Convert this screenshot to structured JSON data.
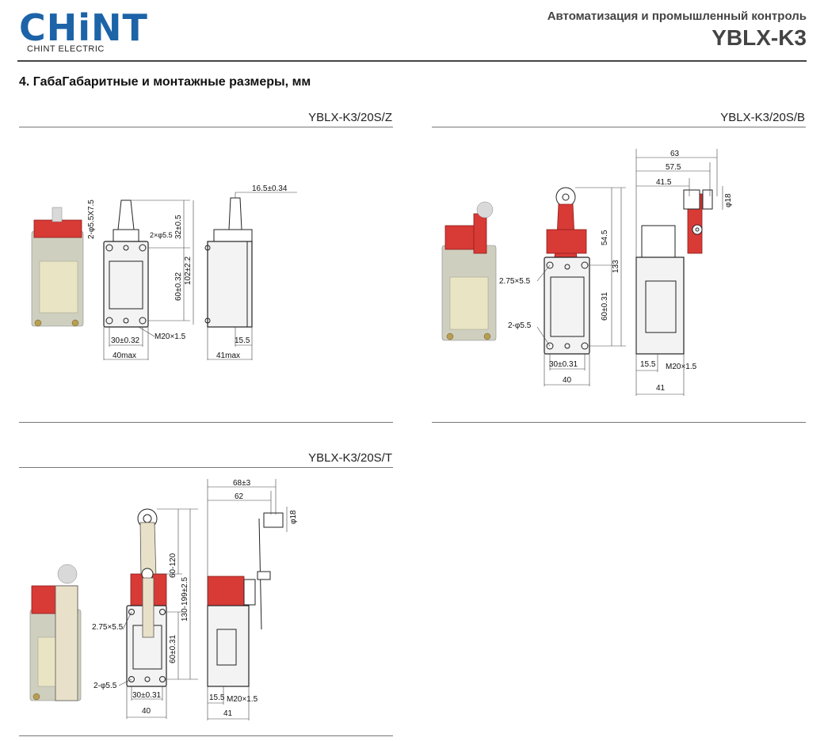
{
  "header": {
    "logo_text": "CHiNT",
    "logo_sub": "CHINT ELECTRIC",
    "category": "Автоматизация и промышленный контроль",
    "model": "YBLX-K3"
  },
  "section": {
    "title": "4. ГабаГабаритные и монтажные размеры, мм"
  },
  "panels": {
    "z": {
      "label": "YBLX-K3/20S/Z",
      "dims": {
        "top_hole": "2-φ5.5X7.5",
        "hole_top": "2×φ5.5",
        "plunger_height": "32±0.5",
        "total_height": "102±2.2",
        "mount_height": "60±0.32",
        "plunger_offset": "16.5±0.34",
        "mount_width": "30±0.32",
        "thread": "M20×1.5",
        "width_front": "40max",
        "side_offset": "15.5",
        "width_side": "41max"
      }
    },
    "b": {
      "label": "YBLX-K3/20S/B",
      "dims": {
        "d63": "63",
        "d575": "57.5",
        "d415": "41.5",
        "roller": "φ18",
        "d545": "54.5",
        "d133": "133",
        "slot": "2.75×5.5",
        "mount_height": "60±0.31",
        "hole": "2-φ5.5",
        "mount_width": "30±0.31",
        "width": "40",
        "side_offset": "15.5",
        "thread": "M20×1.5",
        "width_side": "41"
      }
    },
    "t": {
      "label": "YBLX-K3/20S/T",
      "dims": {
        "d68": "68±3",
        "d62": "62",
        "roller": "φ18",
        "lever_range": "60-120",
        "total_range": "130-199±2.5",
        "slot": "2.75×5.5",
        "mount_height": "60±0.31",
        "hole": "2-φ5.5",
        "mount_width": "30±0.31",
        "width": "40",
        "side_offset": "15.5",
        "thread": "M20×1.5",
        "width_side": "41"
      }
    }
  },
  "colors": {
    "logo": "#1c63a8",
    "actuator_red": "#d83a36",
    "lever": "#e8e0c8"
  }
}
